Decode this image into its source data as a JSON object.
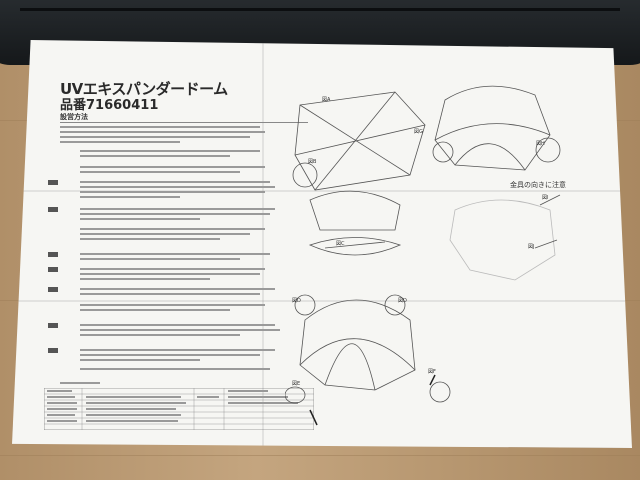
{
  "instruction_sheet": {
    "product_title": "UVエキスパンダードーム",
    "product_number": "品番71660411",
    "section_heading": "設営方法",
    "figure_labels": [
      "図A",
      "図B",
      "図C",
      "図D",
      "図D",
      "図E",
      "図F",
      "図G",
      "図H",
      "図I",
      "図J"
    ],
    "note_metal_fitting": "金具の向きに注意"
  }
}
